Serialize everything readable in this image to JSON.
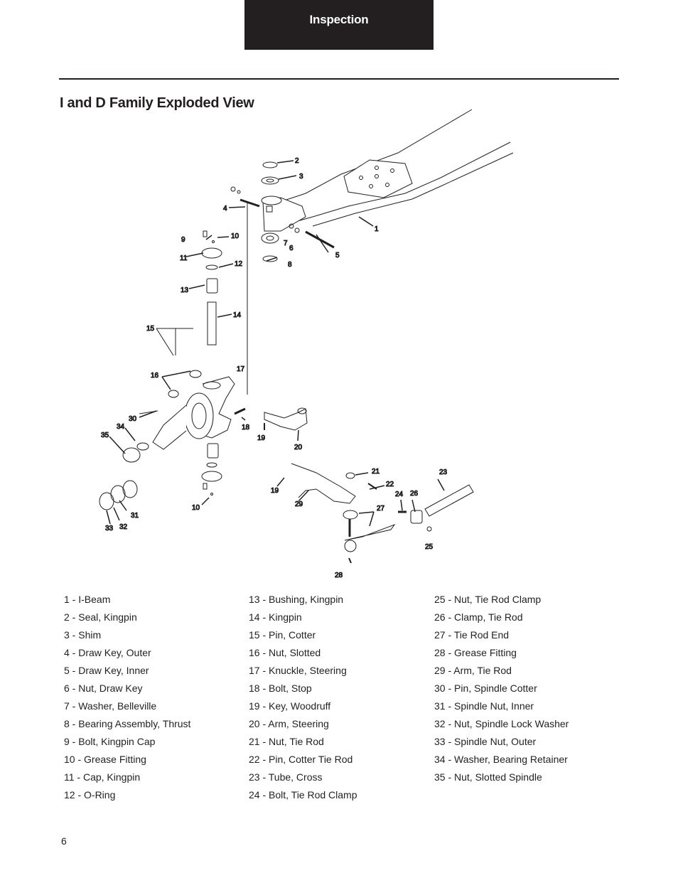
{
  "header": {
    "section_tab": "Inspection"
  },
  "title": "I and D Family Exploded View",
  "diagram": {
    "callouts": [
      "1",
      "2",
      "3",
      "4",
      "5",
      "6",
      "7",
      "8",
      "9",
      "10",
      "10",
      "11",
      "12",
      "13",
      "14",
      "15",
      "16",
      "17",
      "18",
      "19",
      "19",
      "20",
      "21",
      "22",
      "23",
      "24",
      "25",
      "26",
      "27",
      "28",
      "29",
      "30",
      "31",
      "32",
      "33",
      "34",
      "35"
    ]
  },
  "legend": {
    "col1": [
      "1 - I-Beam",
      "2 - Seal, Kingpin",
      "3 - Shim",
      "4 - Draw Key, Outer",
      "5 - Draw Key, Inner",
      "6 - Nut, Draw Key",
      "7 - Washer, Belleville",
      "8 - Bearing Assembly, Thrust",
      "9 - Bolt, Kingpin Cap",
      "10 - Grease Fitting",
      "11 - Cap, Kingpin",
      "12 - O-Ring"
    ],
    "col2": [
      "13 - Bushing, Kingpin",
      "14 - Kingpin",
      "15 - Pin, Cotter",
      "16 - Nut, Slotted",
      "17 - Knuckle, Steering",
      "18 - Bolt, Stop",
      "19 - Key, Woodruff",
      "20 - Arm, Steering",
      "21 - Nut, Tie Rod",
      "22 - Pin, Cotter Tie Rod",
      "23 - Tube, Cross",
      "24 - Bolt, Tie Rod Clamp"
    ],
    "col3": [
      "25 - Nut, Tie Rod Clamp",
      "26 - Clamp, Tie Rod",
      "27 - Tie Rod End",
      "28 - Grease Fitting",
      "29 - Arm, Tie Rod",
      "30 - Pin, Spindle Cotter",
      "31 - Spindle Nut, Inner",
      "32 - Nut, Spindle Lock Washer",
      "33 - Spindle Nut, Outer",
      "34 - Washer, Bearing Retainer",
      "35 - Nut, Slotted Spindle"
    ]
  },
  "footer": {
    "page_number": "6"
  }
}
